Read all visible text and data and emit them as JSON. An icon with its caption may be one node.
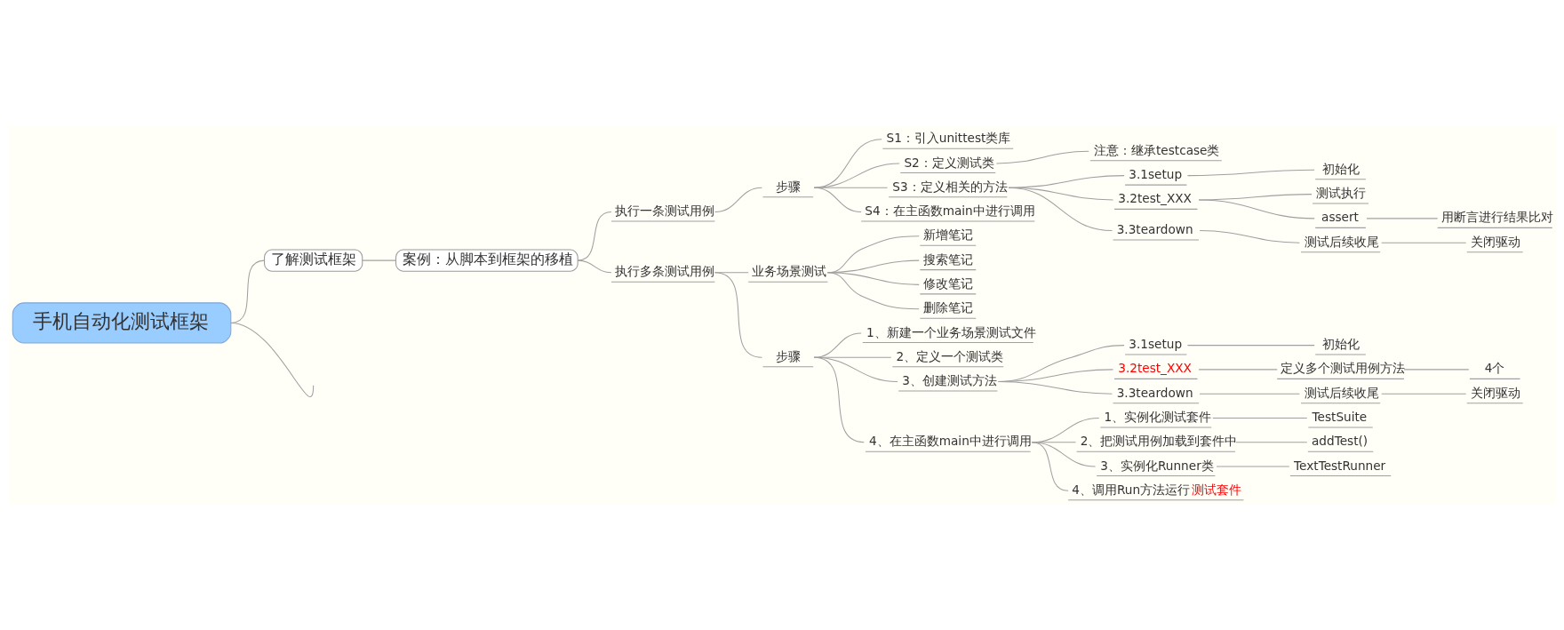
{
  "diagram": {
    "nodes": [
      {
        "text": [
          "手机自动化测试框架"
        ]
      },
      {
        "text": [
          "了解测试框架"
        ]
      },
      {
        "text": [
          "案例：从脚本到框架的移植"
        ]
      },
      {
        "text": [
          "执行一条测试用例"
        ]
      },
      {
        "text": [
          "步骤"
        ]
      },
      {
        "text": [
          "S1：引入unittest类库"
        ]
      },
      {
        "text": [
          "S2：定义测试类"
        ]
      },
      {
        "text": [
          "注意：继承testcase类"
        ]
      },
      {
        "text": [
          "S3：定义相关的方法"
        ]
      },
      {
        "text": [
          "3.1setup"
        ]
      },
      {
        "text": [
          "初始化"
        ]
      },
      {
        "text": [
          "3.2test_XXX"
        ]
      },
      {
        "text": [
          "测试执行"
        ]
      },
      {
        "text": [
          "assert"
        ]
      },
      {
        "text": [
          "用断言进行结果比对"
        ]
      },
      {
        "text": [
          "3.3teardown"
        ]
      },
      {
        "text": [
          "测试后续收尾"
        ]
      },
      {
        "text": [
          "关闭驱动"
        ]
      },
      {
        "text": [
          "S4：在主函数main中进行调用"
        ]
      },
      {
        "text": [
          "执行多条测试用例"
        ]
      },
      {
        "text": [
          "业务场景测试"
        ]
      },
      {
        "text": [
          "新增笔记"
        ]
      },
      {
        "text": [
          "搜索笔记"
        ]
      },
      {
        "text": [
          "修改笔记"
        ]
      },
      {
        "text": [
          "删除笔记"
        ]
      },
      {
        "text": [
          "步骤"
        ]
      },
      {
        "text": [
          "1、新建一个业务场景测试文件"
        ]
      },
      {
        "text": [
          "2、定义一个测试类"
        ]
      },
      {
        "text": [
          "3、创建测试方法"
        ]
      },
      {
        "text": [
          "3.1setup"
        ]
      },
      {
        "text": [
          "初始化"
        ]
      },
      {
        "text": [
          "3.2test_XXX"
        ]
      },
      {
        "text": [
          "定义多个测试用例方法"
        ]
      },
      {
        "text": [
          "4个"
        ]
      },
      {
        "text": [
          "3.3teardown"
        ]
      },
      {
        "text": [
          "测试后续收尾"
        ]
      },
      {
        "text": [
          "关闭驱动"
        ]
      },
      {
        "text": [
          "4、在主函数main中进行调用"
        ]
      },
      {
        "text": [
          "1、实例化测试套件"
        ]
      },
      {
        "text": [
          "TestSuite"
        ]
      },
      {
        "text": [
          "2、把测试用例加载到套件中"
        ]
      },
      {
        "text": [
          "addTest()"
        ]
      },
      {
        "text": [
          "3、实例化Runner类"
        ]
      },
      {
        "text": [
          "TextTestRunner"
        ]
      },
      {
        "text": [
          "4、调用Run方法运行测试套件"
        ]
      }
    ],
    "edges": [
      {
        "from": 0,
        "to": 1,
        "arrow": "none"
      },
      {
        "from": 1,
        "to": 2,
        "arrow": "none"
      },
      {
        "from": 2,
        "to": 3,
        "arrow": "none"
      },
      {
        "from": 3,
        "to": 4,
        "arrow": "none"
      },
      {
        "from": 4,
        "to": 5,
        "arrow": "none"
      },
      {
        "from": 4,
        "to": 6,
        "arrow": "none"
      },
      {
        "from": 6,
        "to": 7,
        "arrow": "none"
      },
      {
        "from": 4,
        "to": 8,
        "arrow": "none"
      },
      {
        "from": 8,
        "to": 9,
        "arrow": "none"
      },
      {
        "from": 9,
        "to": 10,
        "arrow": "none"
      },
      {
        "from": 8,
        "to": 11,
        "arrow": "none"
      },
      {
        "from": 11,
        "to": 12,
        "arrow": "none"
      },
      {
        "from": 11,
        "to": 13,
        "arrow": "none"
      },
      {
        "from": 13,
        "to": 14,
        "arrow": "none"
      },
      {
        "from": 8,
        "to": 15,
        "arrow": "none"
      },
      {
        "from": 15,
        "to": 16,
        "arrow": "none"
      },
      {
        "from": 16,
        "to": 17,
        "arrow": "none"
      },
      {
        "from": 4,
        "to": 18,
        "arrow": "none"
      },
      {
        "from": 2,
        "to": 19,
        "arrow": "none"
      },
      {
        "from": 19,
        "to": 20,
        "arrow": "none"
      },
      {
        "from": 20,
        "to": 21,
        "arrow": "none"
      },
      {
        "from": 20,
        "to": 22,
        "arrow": "none"
      },
      {
        "from": 20,
        "to": 23,
        "arrow": "none"
      },
      {
        "from": 20,
        "to": 24,
        "arrow": "none"
      },
      {
        "from": 19,
        "to": 25,
        "arrow": "none"
      },
      {
        "from": 25,
        "to": 26,
        "arrow": "none"
      },
      {
        "from": 25,
        "to": 27,
        "arrow": "none"
      },
      {
        "from": 25,
        "to": 28,
        "arrow": "none"
      },
      {
        "from": 28,
        "to": 29,
        "arrow": "none"
      },
      {
        "from": 29,
        "to": 30,
        "arrow": "none"
      },
      {
        "from": 28,
        "to": 31,
        "arrow": "none"
      },
      {
        "from": 31,
        "to": 32,
        "arrow": "none"
      },
      {
        "from": 32,
        "to": 33,
        "arrow": "none"
      },
      {
        "from": 28,
        "to": 34,
        "arrow": "none"
      },
      {
        "from": 34,
        "to": 35,
        "arrow": "none"
      },
      {
        "from": 35,
        "to": 36,
        "arrow": "none"
      },
      {
        "from": 25,
        "to": 37,
        "arrow": "none"
      },
      {
        "from": 37,
        "to": 38,
        "arrow": "none"
      },
      {
        "from": 38,
        "to": 39,
        "arrow": "none"
      },
      {
        "from": 37,
        "to": 40,
        "arrow": "none"
      },
      {
        "from": 40,
        "to": 41,
        "arrow": "none"
      },
      {
        "from": 37,
        "to": 42,
        "arrow": "none"
      },
      {
        "from": 42,
        "to": 43,
        "arrow": "none"
      },
      {
        "from": 37,
        "to": 44,
        "arrow": "none"
      },
      {
        "from": 0,
        "to": null,
        "arrow": "none"
      }
    ]
  }
}
